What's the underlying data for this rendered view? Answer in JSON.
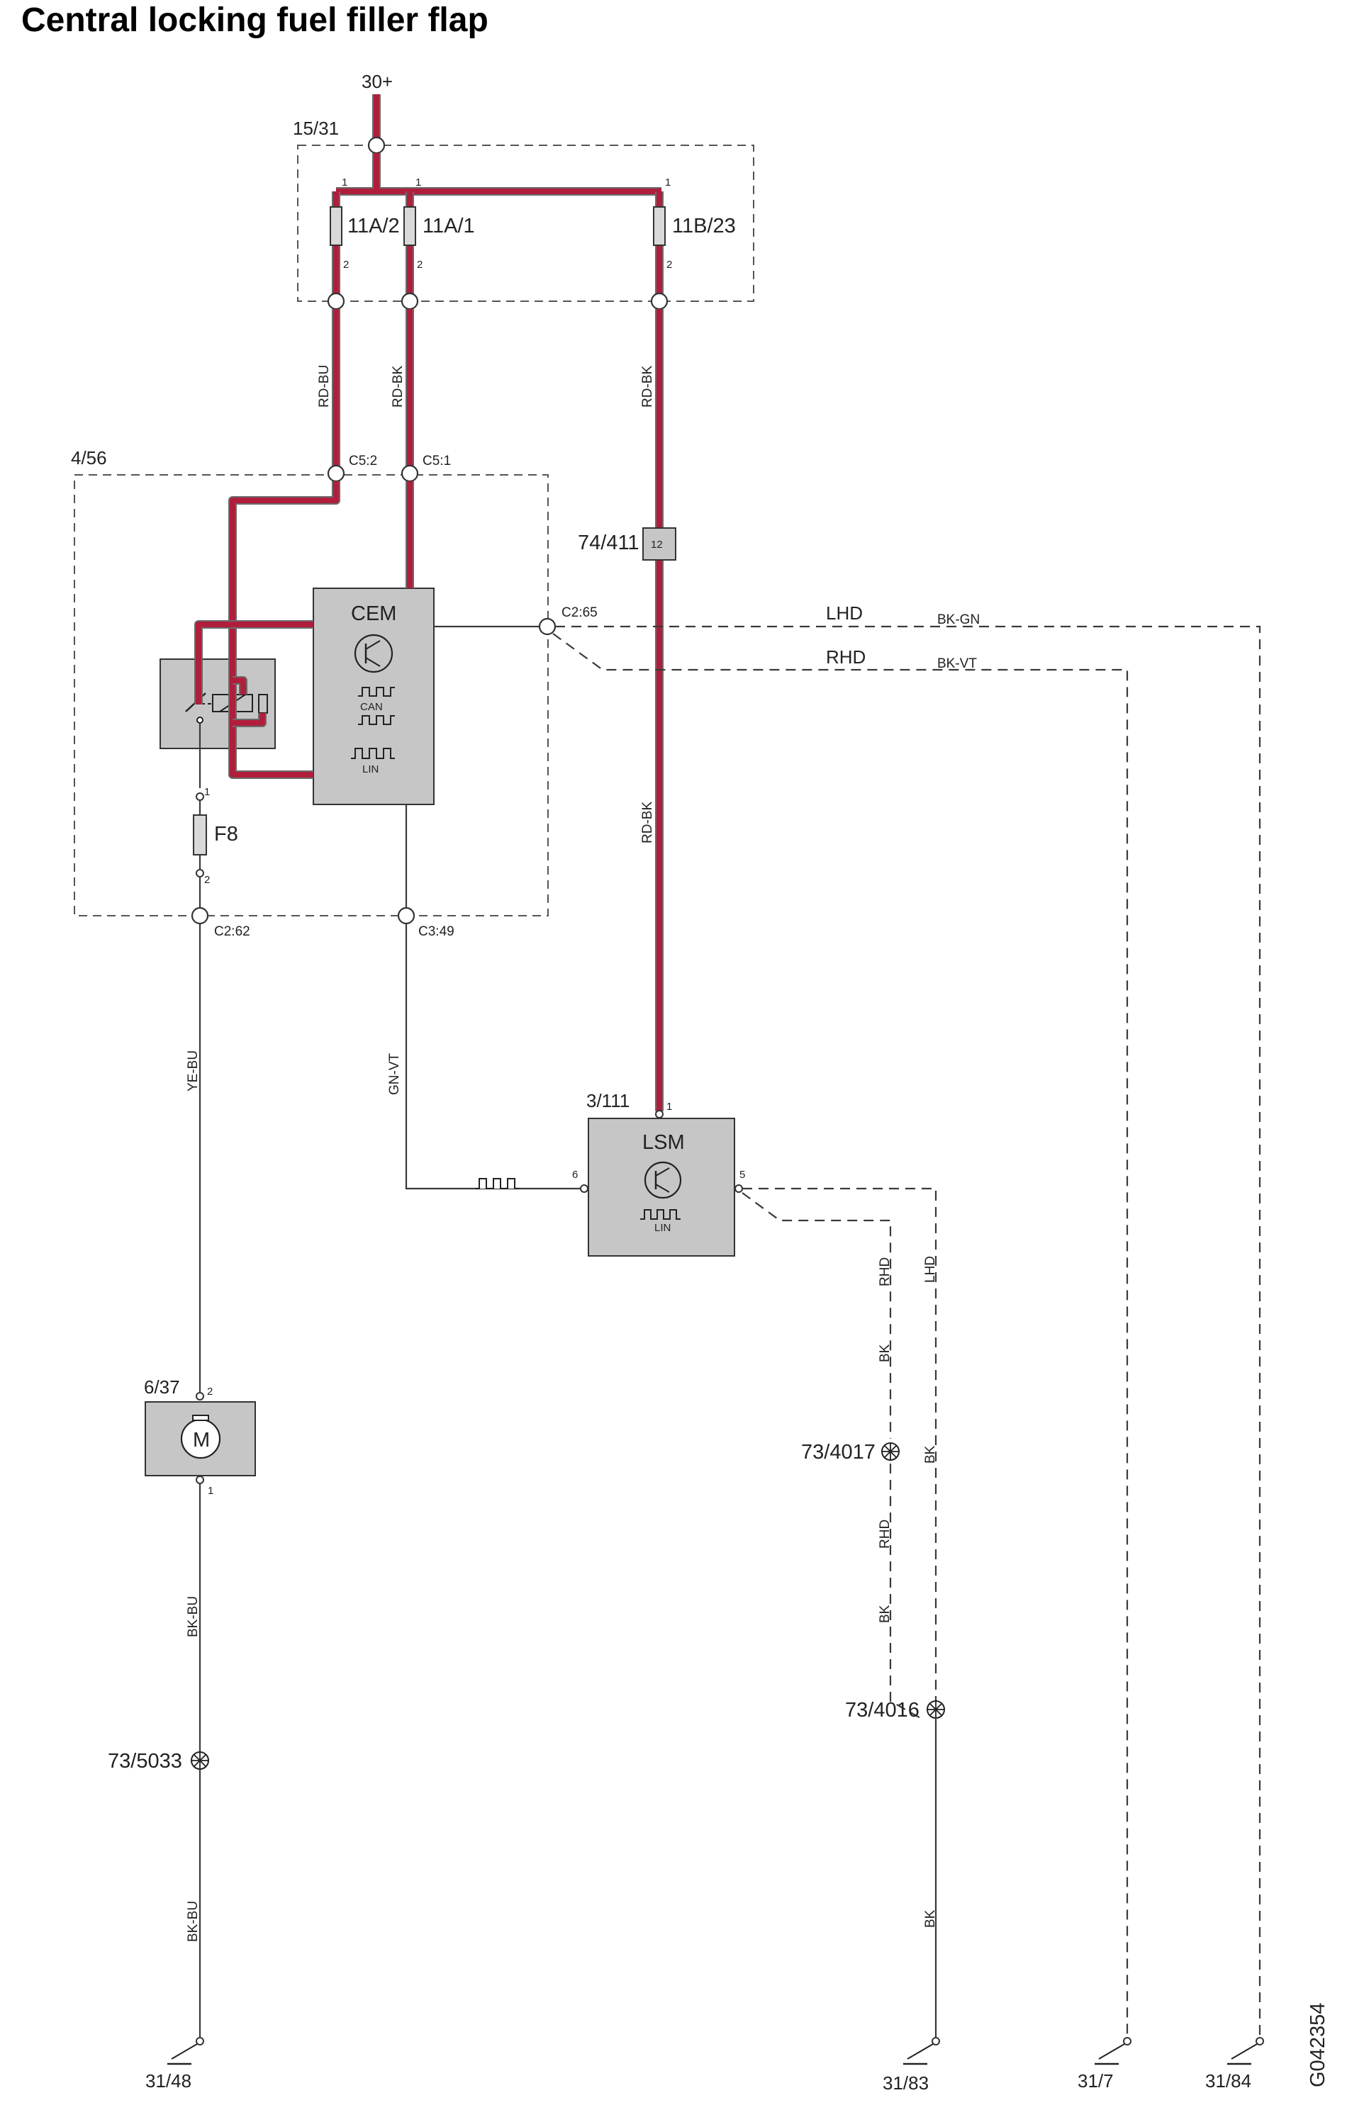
{
  "title": "Central locking fuel filler flap",
  "figure_id": "G042354",
  "supply": "30+",
  "fuse_box": {
    "id": "15/31",
    "fuses": [
      {
        "name": "11A/2",
        "pin_in": "1",
        "pin_out": "2",
        "wire": "RD-BU"
      },
      {
        "name": "11A/1",
        "pin_in": "1",
        "pin_out": "2",
        "wire": "RD-BK"
      },
      {
        "name": "11B/23",
        "pin_in": "1",
        "pin_out": "2",
        "wire": "RD-BK"
      }
    ]
  },
  "cem_module": {
    "id": "4/56",
    "name": "CEM",
    "bus_can": "CAN",
    "bus_lin": "LIN",
    "connectors": {
      "c52": "C5:2",
      "c51": "C5:1",
      "c265": "C2:65",
      "c262": "C2:62",
      "c349": "C3:49"
    },
    "fuse": {
      "name": "F8",
      "pin1": "1",
      "pin2": "2"
    }
  },
  "connector_74_411": {
    "id": "74/411",
    "pin": "12",
    "wire_below": "RD-BK"
  },
  "lsm_module": {
    "id": "3/111",
    "name": "LSM",
    "bus": "LIN",
    "pin_power": "1",
    "pin_lin": "6",
    "pin_ground": "5"
  },
  "motor": {
    "id": "6/37",
    "symbol": "M",
    "pin_top": "2",
    "pin_bottom": "1"
  },
  "wires": {
    "ye_bu": "YE-BU",
    "gn_vt": "GN-VT",
    "bk_bu_1": "BK-BU",
    "bk_bu_2": "BK-BU",
    "lhd": "LHD",
    "rhd": "RHD",
    "bk_gn": "BK-GN",
    "bk_vt": "BK-VT",
    "rhd_v1": "RHD",
    "bk_v1": "BK",
    "lhd_v": "LHD",
    "bk_v2": "BK",
    "rhd_v2": "RHD",
    "bk_v3": "BK",
    "bk_v4": "BK"
  },
  "splices": [
    "73/5033",
    "73/4017",
    "73/4016"
  ],
  "grounds": [
    "31/48",
    "31/83",
    "31/7",
    "31/84"
  ]
}
